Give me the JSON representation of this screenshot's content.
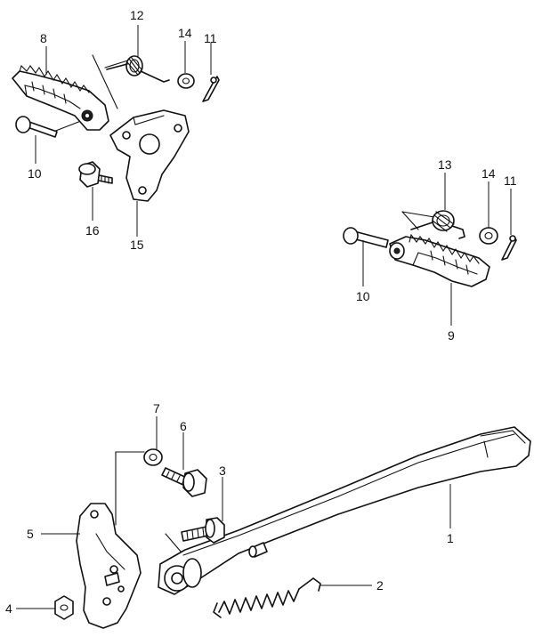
{
  "callouts": {
    "c1": "1",
    "c2": "2",
    "c3": "3",
    "c4": "4",
    "c5": "5",
    "c6": "6",
    "c7": "7",
    "c8": "8",
    "c9": "9",
    "c10a": "10",
    "c10b": "10",
    "c11a": "11",
    "c11b": "11",
    "c12": "12",
    "c13": "13",
    "c14a": "14",
    "c14b": "14",
    "c15": "15",
    "c16": "16"
  }
}
